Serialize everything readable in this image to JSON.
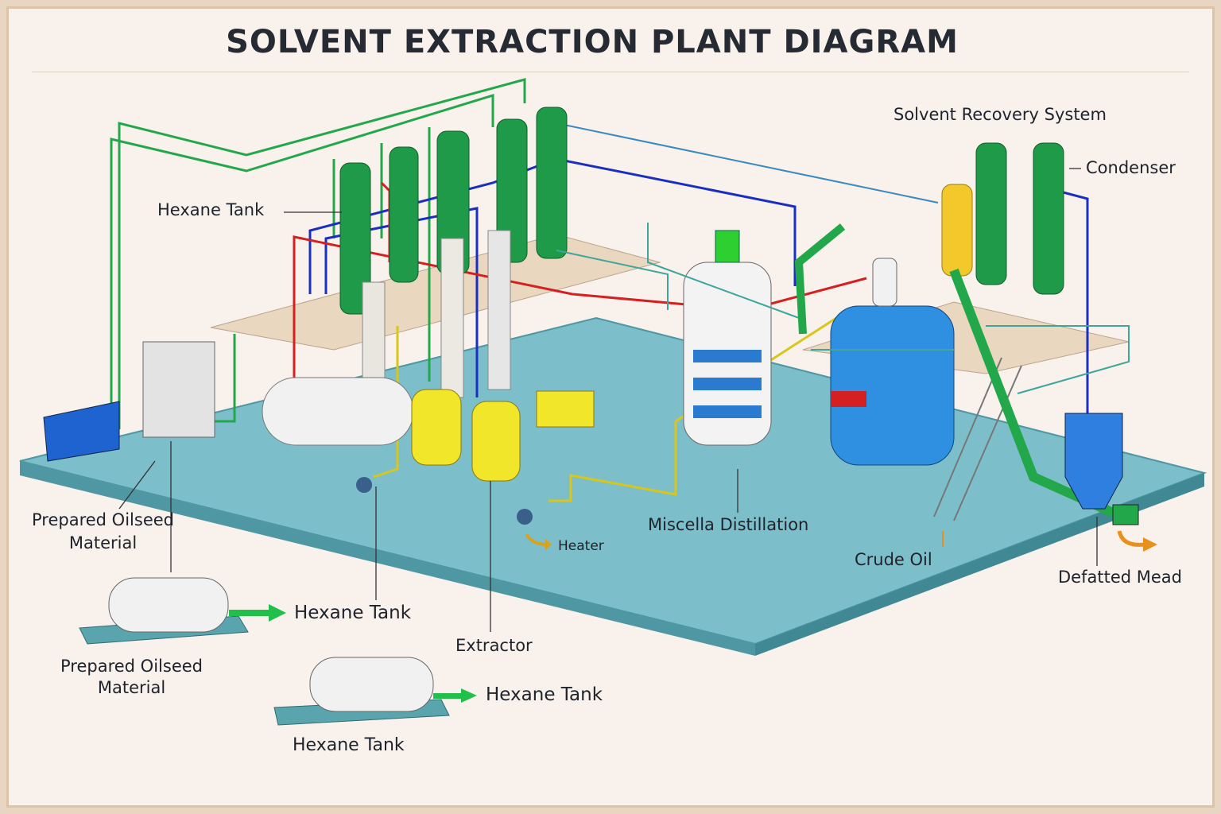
{
  "title": "SOLVENT EXTRACTION PLANT DIAGRAM",
  "labels": {
    "solvent_recovery": "Solvent Recovery System",
    "condenser": "Condenser",
    "hexane_tank_top": "Hexane Tank",
    "prepared_oilseed_1": "Prepared Oilseed\nMaterial",
    "prepared_oilseed_2": "Prepared Oilseed\nMaterial",
    "hexane_tank_arrow_1": "Hexane Tank",
    "hexane_tank_arrow_2": "Hexane Tank",
    "hexane_tank_bottom": "Hexane Tank",
    "extractor": "Extractor",
    "heater": "Heater",
    "miscella": "Miscella Distillation",
    "crude_oil": "Crude Oil",
    "defatted": "Defatted Mead"
  },
  "colors": {
    "platform": "#7cbfcb",
    "platform_edge": "#4e97a3",
    "column": "#1f9a48",
    "vessel_blue": "#2f8fe0",
    "tank_yellow": "#f2de2a",
    "pipe_blue": "#1a2fc0",
    "pipe_green": "#22a84a",
    "pipe_red": "#d42020",
    "arrow_orange": "#e8901e"
  }
}
